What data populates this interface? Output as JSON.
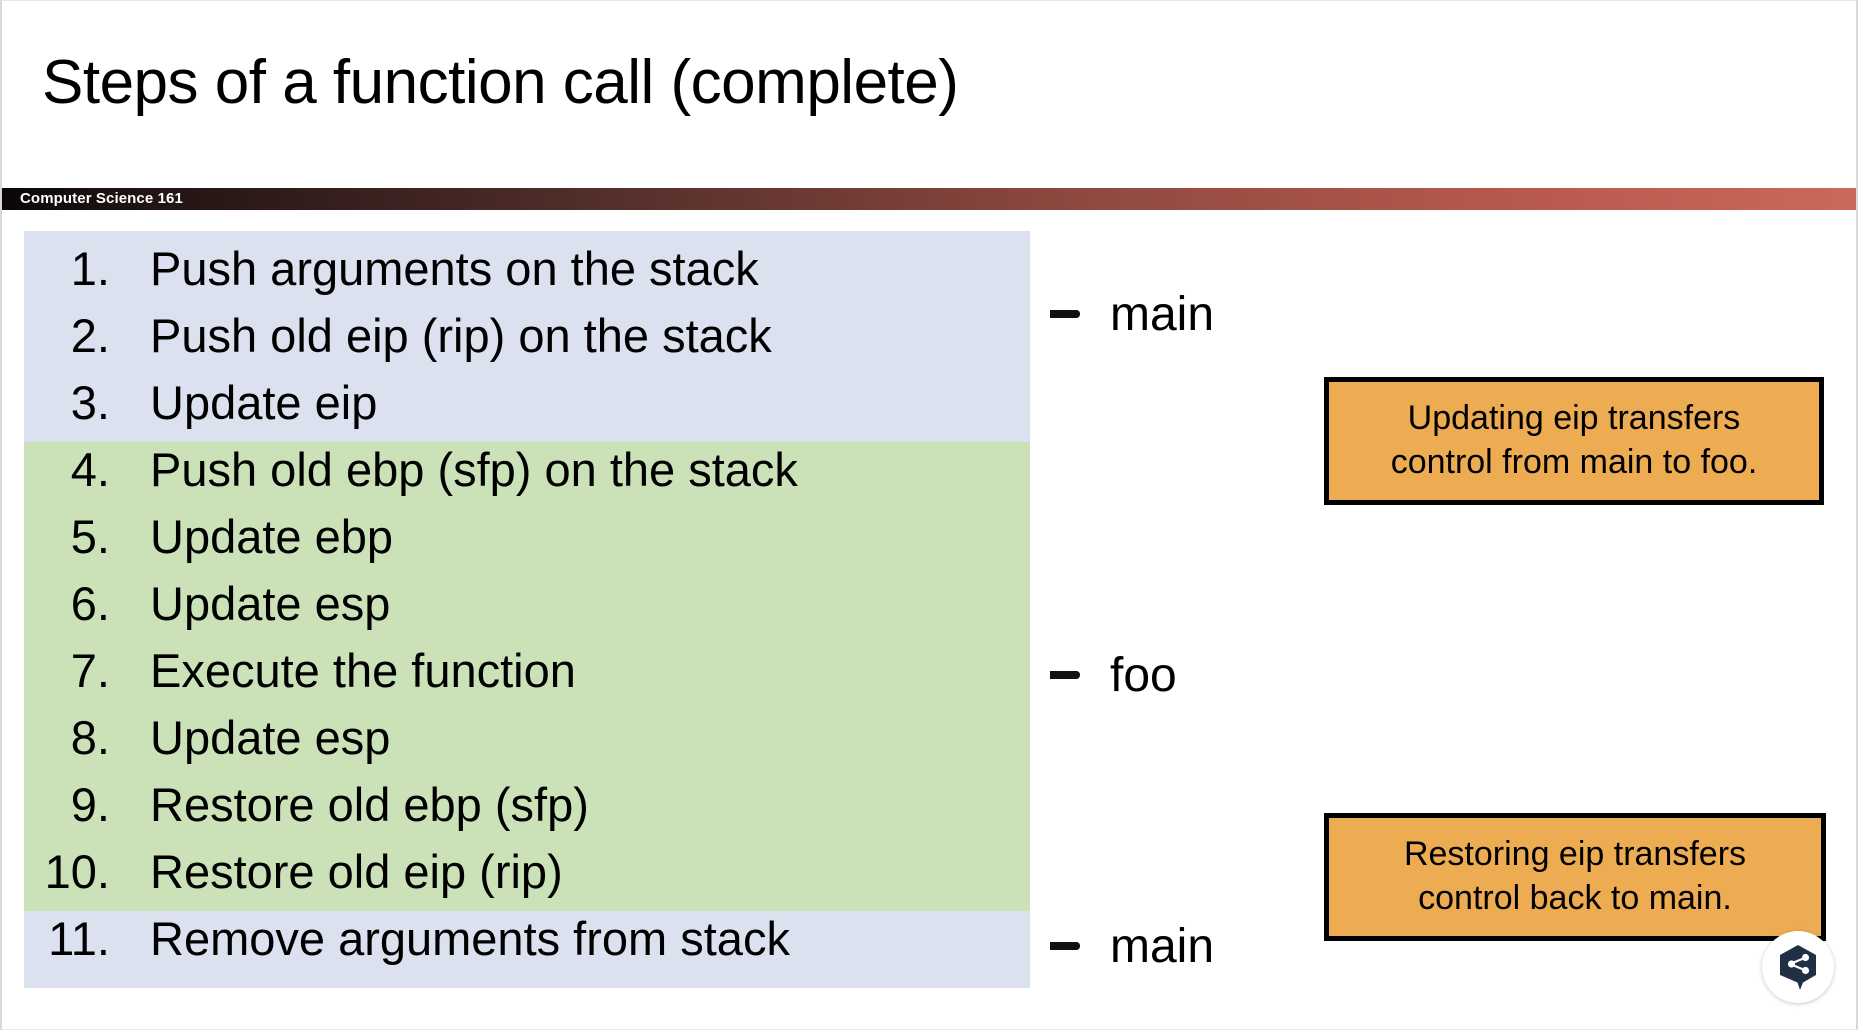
{
  "slide": {
    "title": "Steps of a function call (complete)",
    "course_banner": {
      "label": "Computer Science 161",
      "gradient_start": "#0a0708",
      "gradient_end": "#c9695b"
    },
    "colors": {
      "main_block": "#dce1f0",
      "foo_block": "#cbe2b9",
      "callout_fill": "#edab52",
      "callout_border": "#000000",
      "badge_fill": "#1e2f46"
    }
  },
  "steps": [
    {
      "num": "1.",
      "text": "Push arguments on the stack",
      "group": "main"
    },
    {
      "num": "2.",
      "text": "Push old eip (rip) on the stack",
      "group": "main"
    },
    {
      "num": "3.",
      "text": "Update eip",
      "group": "main"
    },
    {
      "num": "4.",
      "text": "Push old ebp (sfp) on the stack",
      "group": "foo"
    },
    {
      "num": "5.",
      "text": "Update ebp",
      "group": "foo"
    },
    {
      "num": "6.",
      "text": "Update esp",
      "group": "foo"
    },
    {
      "num": "7.",
      "text": "Execute the function",
      "group": "foo"
    },
    {
      "num": "8.",
      "text": "Update esp",
      "group": "foo"
    },
    {
      "num": "9.",
      "text": "Restore old ebp (sfp)",
      "group": "foo"
    },
    {
      "num": "10.",
      "text": "Restore old eip (rip)",
      "group": "foo"
    },
    {
      "num": "11.",
      "text": "Remove arguments from stack",
      "group": "main"
    }
  ],
  "braces": {
    "main_top": {
      "label": "main",
      "covers": "steps 1-3"
    },
    "foo": {
      "label": "foo",
      "covers": "steps 4-10"
    },
    "main_bottom": {
      "label": "main",
      "covers": "step 11"
    }
  },
  "callouts": {
    "updating": {
      "line1": "Updating eip transfers",
      "line2": "control from main to foo."
    },
    "restoring": {
      "line1": "Restoring eip transfers",
      "line2": "control back to main."
    }
  },
  "badge": {
    "icon": "share-node-bubble-icon"
  }
}
